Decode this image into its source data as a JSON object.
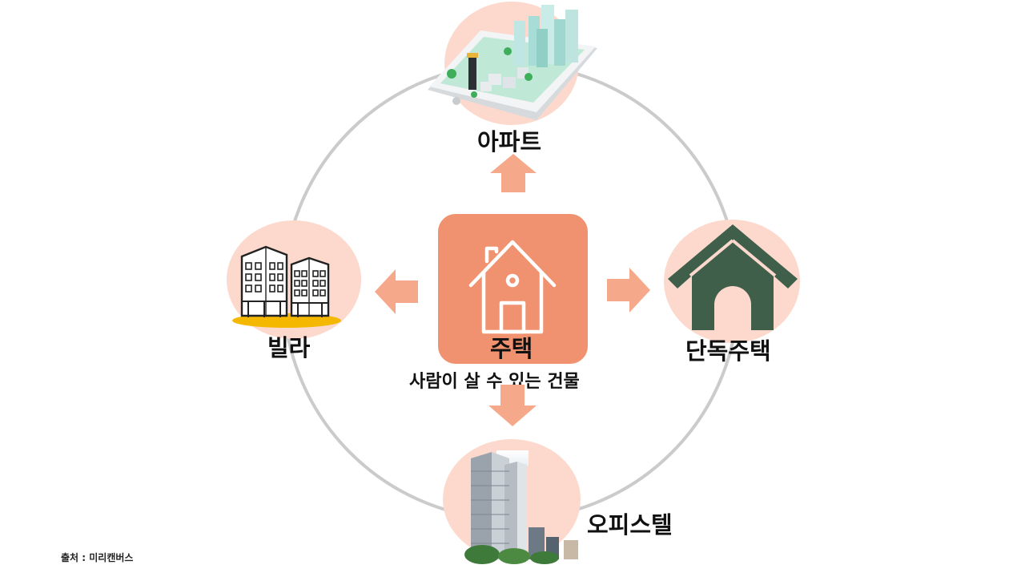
{
  "center": {
    "title": "주택",
    "subtitle": "사람이 살 수 있는 건물"
  },
  "nodes": {
    "apartment": "아파트",
    "villa": "빌라",
    "detached": "단독주택",
    "officetel": "오피스텔"
  },
  "source": "출처 : 미리캔버스",
  "icons": {
    "center": "house-outline-icon",
    "apartment": "apartment-phone-illustration",
    "villa": "villa-buildings-icon",
    "detached": "detached-house-icon",
    "officetel": "officetel-tower-illustration"
  },
  "colors": {
    "accent": "#f0926f",
    "disc": "#fcd9cc",
    "ring": "#cbcbcb",
    "house_green": "#3f5f4b"
  }
}
